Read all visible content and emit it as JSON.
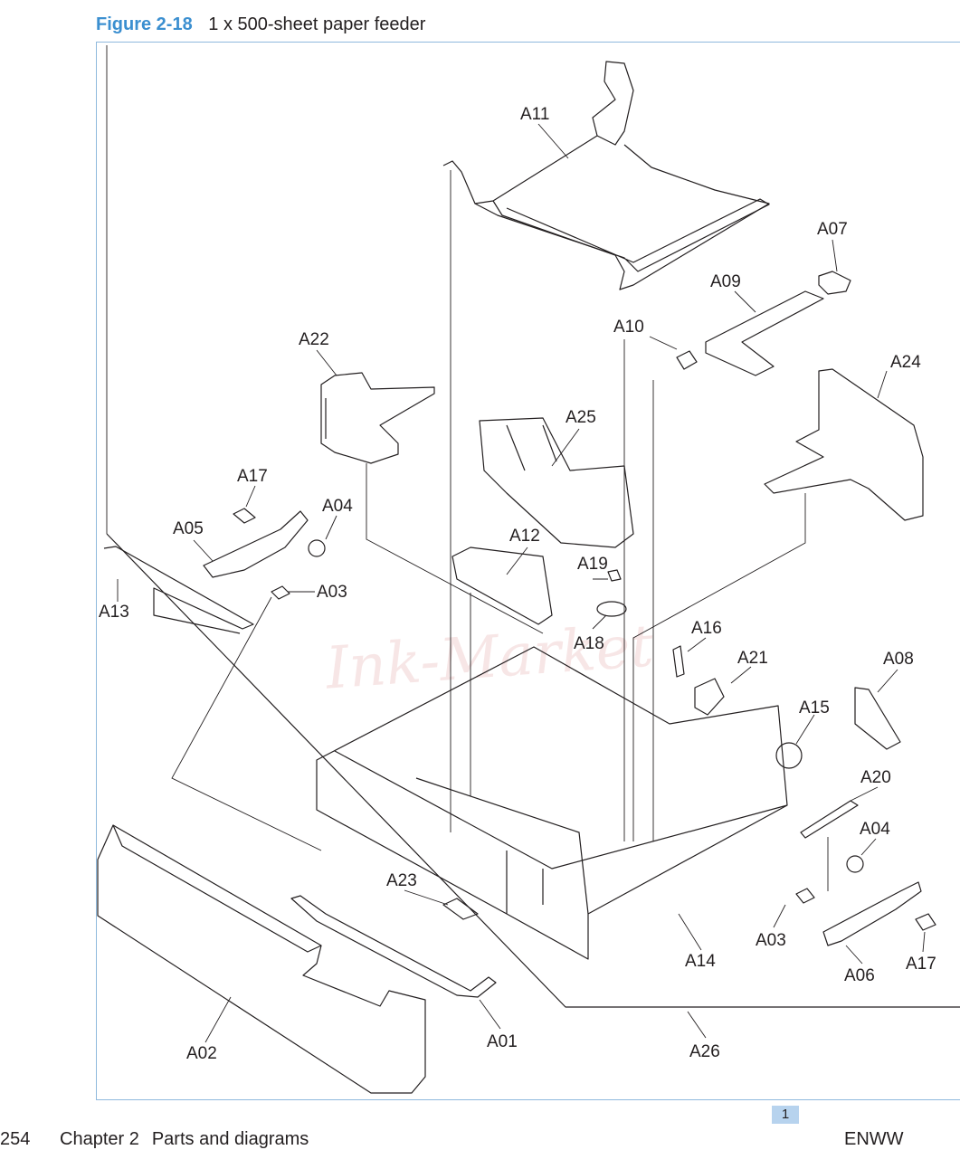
{
  "figure": {
    "number": "Figure 2-18",
    "title": "1 x 500-sheet paper feeder"
  },
  "figure_index": "1",
  "callouts": [
    "A01",
    "A02",
    "A03",
    "A03",
    "A04",
    "A04",
    "A05",
    "A06",
    "A07",
    "A08",
    "A09",
    "A10",
    "A11",
    "A12",
    "A13",
    "A14",
    "A15",
    "A16",
    "A17",
    "A17",
    "A18",
    "A19",
    "A20",
    "A21",
    "A22",
    "A23",
    "A24",
    "A25",
    "A26"
  ],
  "watermark": "Ink-Market",
  "footer": {
    "page_number": "254",
    "chapter": "Chapter 2",
    "chapter_title": "Parts and diagrams",
    "right_label": "ENWW"
  },
  "colors": {
    "caption_blue": "#3b8fd0",
    "frame_border": "#8fb9dd",
    "index_badge": "#b7d3ee"
  }
}
